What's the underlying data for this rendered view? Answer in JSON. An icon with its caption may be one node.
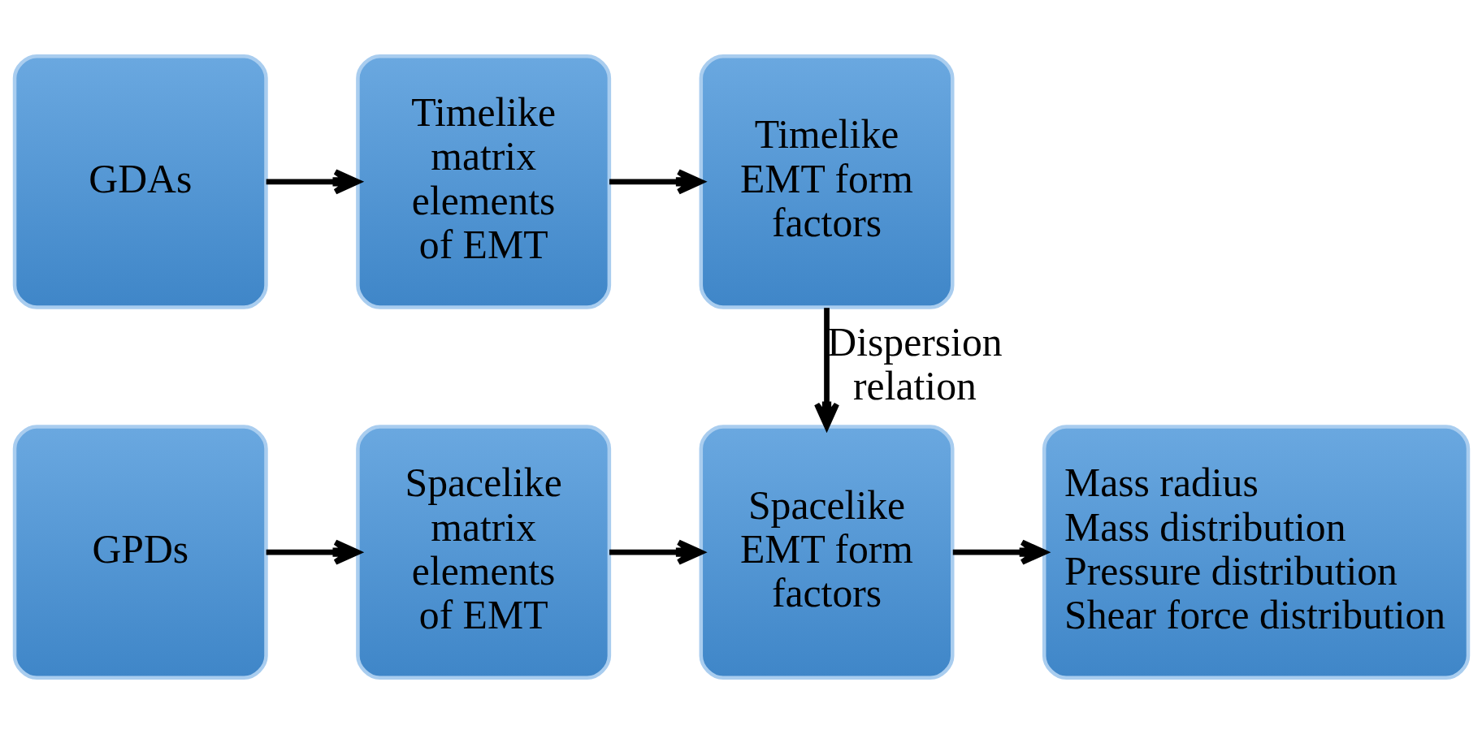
{
  "diagram": {
    "nodes": [
      {
        "text": [
          "GDAs"
        ]
      },
      {
        "text": [
          "Timelike matrix elements of EMT"
        ]
      },
      {
        "text": [
          "Timelike EMT form factors"
        ]
      },
      {
        "text": [
          "GPDs"
        ]
      },
      {
        "text": [
          "Spacelike matrix elements of EMT"
        ]
      },
      {
        "text": [
          "Spacelike EMT form factors"
        ]
      },
      {
        "text": [
          "Mass radius",
          "Mass distribution",
          "Pressure distribution",
          "Shear force distribution"
        ]
      }
    ],
    "edges": [
      {
        "from": 0,
        "to": 1,
        "arrow": "to"
      },
      {
        "from": 1,
        "to": 2,
        "arrow": "to"
      },
      {
        "from": 2,
        "to": 5,
        "arrow": "to",
        "label": "Dispersion relation"
      },
      {
        "from": 3,
        "to": 4,
        "arrow": "to"
      },
      {
        "from": 4,
        "to": 5,
        "arrow": "to"
      },
      {
        "from": 5,
        "to": 6,
        "arrow": "to"
      }
    ]
  }
}
